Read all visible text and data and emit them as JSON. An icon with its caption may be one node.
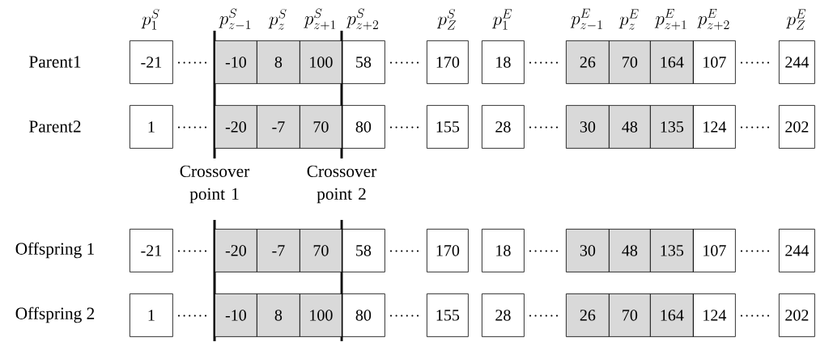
{
  "diagram": {
    "nodes": [
      {
        "text": [
          "-21"
        ]
      },
      {
        "text": [
          "-10"
        ]
      },
      {
        "text": [
          "8"
        ]
      },
      {
        "text": [
          "100"
        ]
      },
      {
        "text": [
          "58"
        ]
      },
      {
        "text": [
          "170"
        ]
      },
      {
        "text": [
          "18"
        ]
      },
      {
        "text": [
          "26"
        ]
      },
      {
        "text": [
          "70"
        ]
      },
      {
        "text": [
          "164"
        ]
      },
      {
        "text": [
          "107"
        ]
      },
      {
        "text": [
          "244"
        ]
      },
      {
        "text": [
          "1"
        ]
      },
      {
        "text": [
          "-20"
        ]
      },
      {
        "text": [
          "-7"
        ]
      },
      {
        "text": [
          "70"
        ]
      },
      {
        "text": [
          "80"
        ]
      },
      {
        "text": [
          "155"
        ]
      },
      {
        "text": [
          "28"
        ]
      },
      {
        "text": [
          "30"
        ]
      },
      {
        "text": [
          "48"
        ]
      },
      {
        "text": [
          "135"
        ]
      },
      {
        "text": [
          "124"
        ]
      },
      {
        "text": [
          "202"
        ]
      },
      {
        "text": [
          "-21"
        ]
      },
      {
        "text": [
          "-20"
        ]
      },
      {
        "text": [
          "-7"
        ]
      },
      {
        "text": [
          "70"
        ]
      },
      {
        "text": [
          "58"
        ]
      },
      {
        "text": [
          "170"
        ]
      },
      {
        "text": [
          "18"
        ]
      },
      {
        "text": [
          "30"
        ]
      },
      {
        "text": [
          "48"
        ]
      },
      {
        "text": [
          "135"
        ]
      },
      {
        "text": [
          "107"
        ]
      },
      {
        "text": [
          "244"
        ]
      },
      {
        "text": [
          "1"
        ]
      },
      {
        "text": [
          "-10"
        ]
      },
      {
        "text": [
          "8"
        ]
      },
      {
        "text": [
          "100"
        ]
      },
      {
        "text": [
          "80"
        ]
      },
      {
        "text": [
          "155"
        ]
      },
      {
        "text": [
          "28"
        ]
      },
      {
        "text": [
          "26"
        ]
      },
      {
        "text": [
          "70"
        ]
      },
      {
        "text": [
          "164"
        ]
      },
      {
        "text": [
          "124"
        ]
      },
      {
        "text": [
          "202"
        ]
      }
    ],
    "labels": [
      "p_{1}^{S}",
      "p_{z-1}^{S}",
      "p_{z}^{S}",
      "p_{z+1}^{S}",
      "p_{z+2}^{S}",
      "p_{Z}^{S}",
      "p_{1}^{E}",
      "p_{z-1}^{E}",
      "p_{z}^{E}",
      "p_{z+1}^{E}",
      "p_{z+2}^{E}",
      "p_{Z}^{E}",
      "Parent1",
      "Parent2",
      "Crossover point 1",
      "Crossover point 2",
      "Offspring 1",
      "Offspring 2"
    ]
  }
}
